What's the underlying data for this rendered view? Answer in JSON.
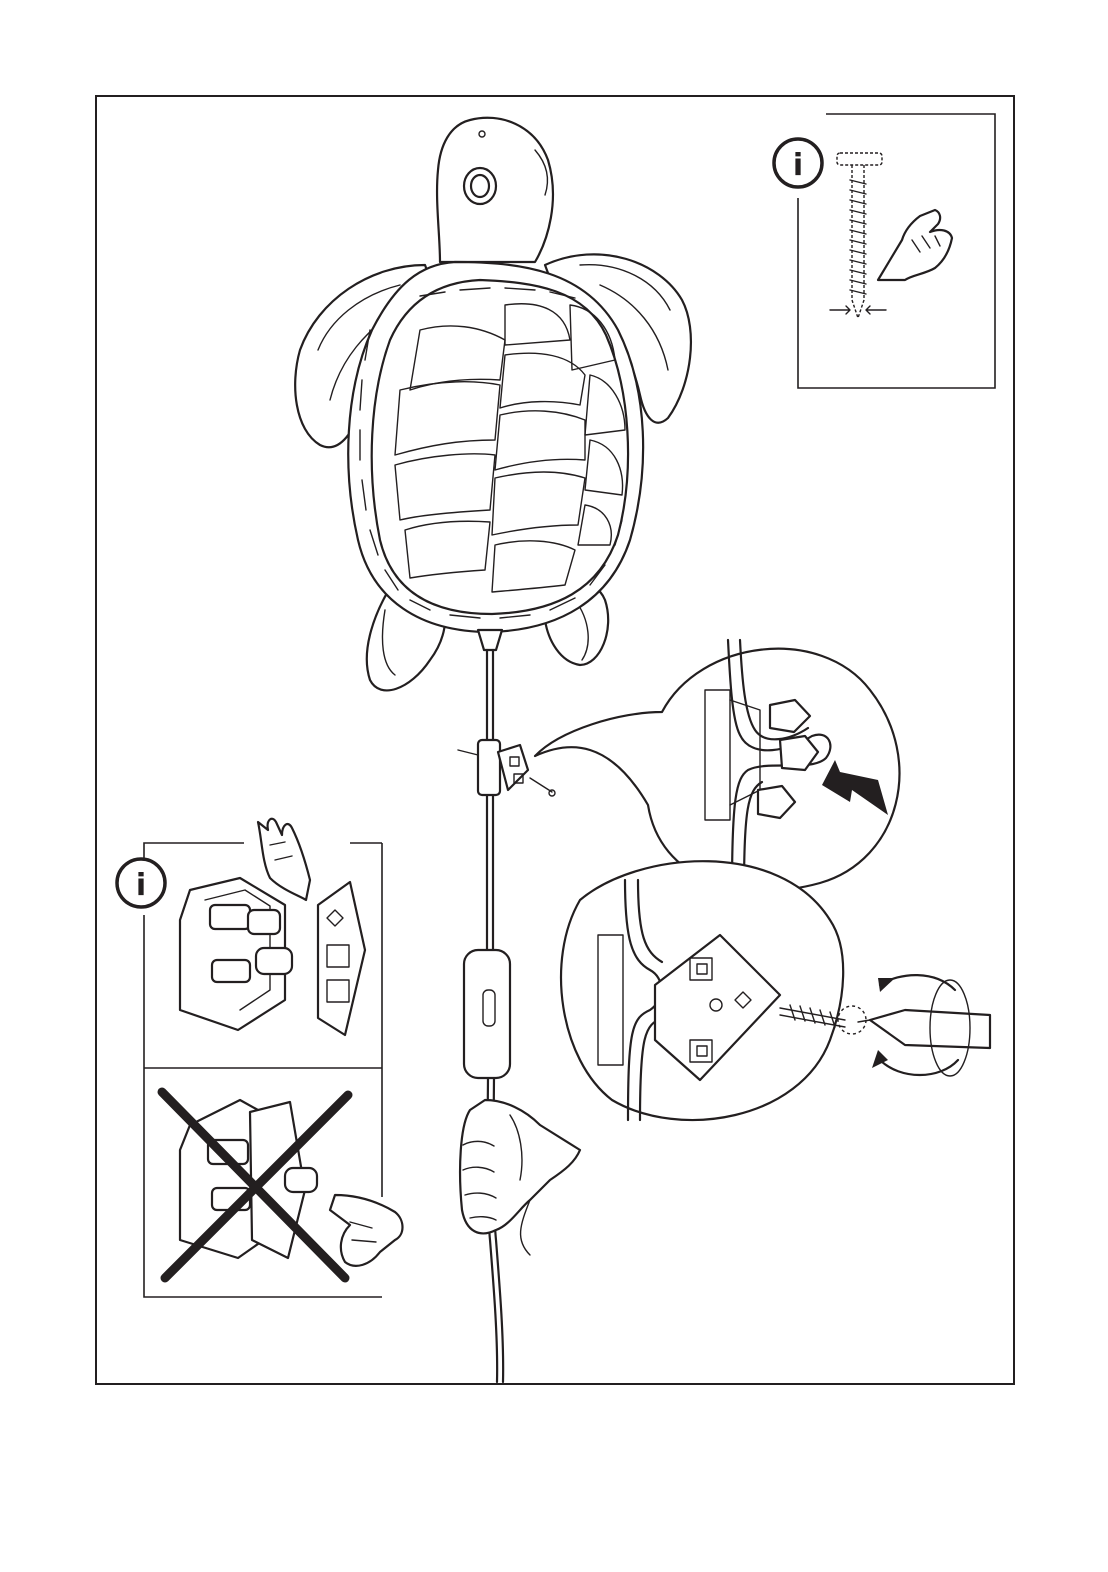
{
  "page": {
    "type": "assembly-instruction-illustration"
  },
  "panels": {
    "top_right_info": {
      "info_symbol": "i",
      "icon": "info-icon"
    },
    "left_info": {
      "info_symbol": "i",
      "icon": "info-icon"
    }
  },
  "icons": [
    "info-icon",
    "pointing-hand-icon",
    "screw-icon",
    "rotate-clockwise-icon",
    "prohibited-cross-icon",
    "arrow-icon"
  ]
}
